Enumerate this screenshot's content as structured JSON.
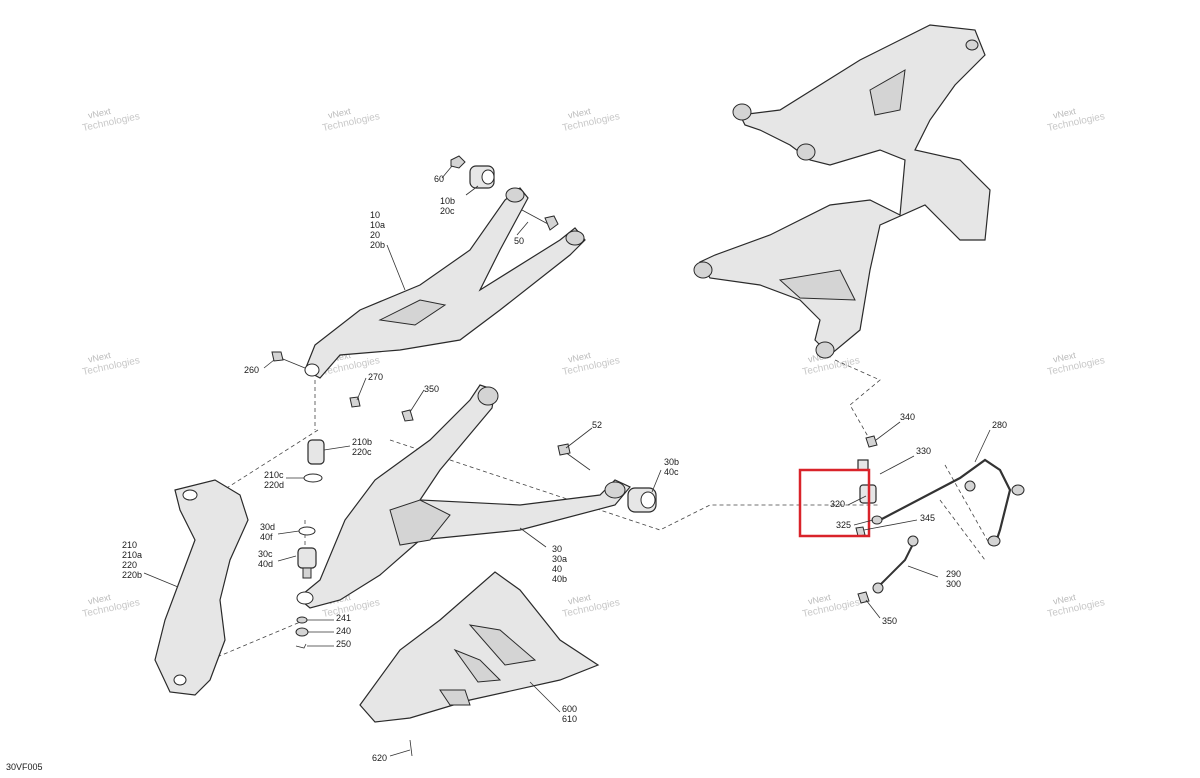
{
  "watermark": {
    "line1": "vNext",
    "line2": "Technologies"
  },
  "drawing_ref": "30VF005",
  "callouts": [
    {
      "id": "c60",
      "lines": [
        "60"
      ]
    },
    {
      "id": "c10b",
      "lines": [
        "10b",
        "20c"
      ]
    },
    {
      "id": "c50",
      "lines": [
        "50"
      ]
    },
    {
      "id": "c10",
      "lines": [
        "10",
        "10a",
        "20",
        "20b"
      ]
    },
    {
      "id": "c260",
      "lines": [
        "260"
      ]
    },
    {
      "id": "c270",
      "lines": [
        "270"
      ]
    },
    {
      "id": "c350a",
      "lines": [
        "350"
      ]
    },
    {
      "id": "c52",
      "lines": [
        "52"
      ]
    },
    {
      "id": "c210b",
      "lines": [
        "210b",
        "220c"
      ]
    },
    {
      "id": "c210c",
      "lines": [
        "210c",
        "220d"
      ]
    },
    {
      "id": "c30b",
      "lines": [
        "30b",
        "40c"
      ]
    },
    {
      "id": "c210",
      "lines": [
        "210",
        "210a",
        "220",
        "220b"
      ]
    },
    {
      "id": "c30d",
      "lines": [
        "30d",
        "40f"
      ]
    },
    {
      "id": "c30c",
      "lines": [
        "30c",
        "40d"
      ]
    },
    {
      "id": "c30",
      "lines": [
        "30",
        "30a",
        "40",
        "40b"
      ]
    },
    {
      "id": "c241",
      "lines": [
        "241"
      ]
    },
    {
      "id": "c240",
      "lines": [
        "240"
      ]
    },
    {
      "id": "c250",
      "lines": [
        "250"
      ]
    },
    {
      "id": "c600",
      "lines": [
        "600",
        "610"
      ]
    },
    {
      "id": "c620",
      "lines": [
        "620"
      ]
    },
    {
      "id": "c340",
      "lines": [
        "340"
      ]
    },
    {
      "id": "c330",
      "lines": [
        "330"
      ]
    },
    {
      "id": "c280",
      "lines": [
        "280"
      ]
    },
    {
      "id": "c320",
      "lines": [
        "320"
      ]
    },
    {
      "id": "c325",
      "lines": [
        "325"
      ]
    },
    {
      "id": "c345",
      "lines": [
        "345"
      ]
    },
    {
      "id": "c290",
      "lines": [
        "290",
        "300"
      ]
    },
    {
      "id": "c350b",
      "lines": [
        "350"
      ]
    }
  ]
}
